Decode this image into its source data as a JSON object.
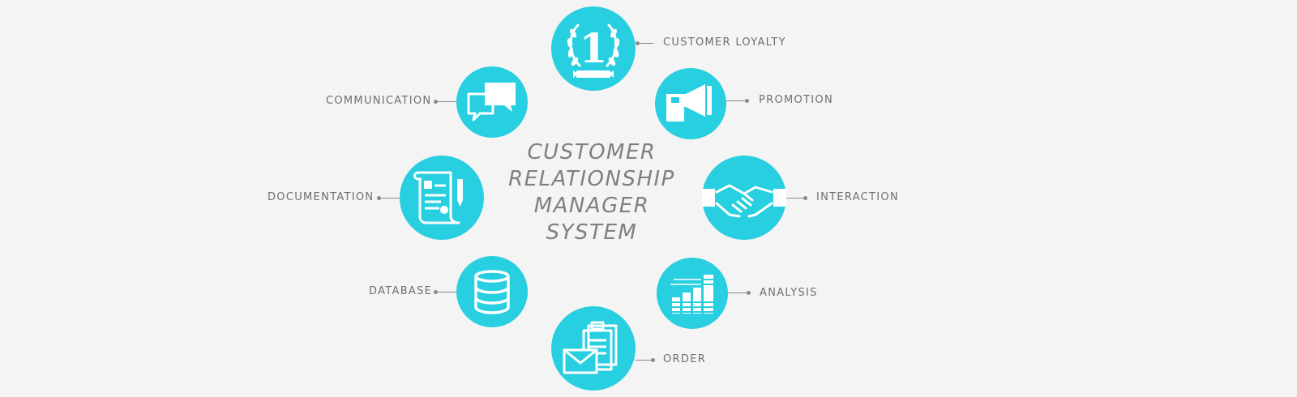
{
  "diagram": {
    "title_lines": [
      "CUSTOMER",
      "RELATIONSHIP",
      "MANAGER",
      "SYSTEM"
    ],
    "accent_color": "#27cfe0",
    "text_color": "#6f6f6f",
    "nodes": [
      {
        "id": "customer-loyalty",
        "label": "CUSTOMER LOYALTY",
        "icon": "laurel-number-one-icon",
        "badge": "1"
      },
      {
        "id": "promotion",
        "label": "PROMOTION",
        "icon": "megaphone-icon"
      },
      {
        "id": "interaction",
        "label": "INTERACTION",
        "icon": "handshake-icon"
      },
      {
        "id": "analysis",
        "label": "ANALYSIS",
        "icon": "bar-chart-icon"
      },
      {
        "id": "order",
        "label": "ORDER",
        "icon": "envelope-clipboard-icon"
      },
      {
        "id": "database",
        "label": "DATABASE",
        "icon": "database-icon"
      },
      {
        "id": "documentation",
        "label": "DOCUMENTATION",
        "icon": "document-scroll-icon"
      },
      {
        "id": "communication",
        "label": "COMMUNICATION",
        "icon": "chat-bubbles-icon"
      }
    ]
  }
}
